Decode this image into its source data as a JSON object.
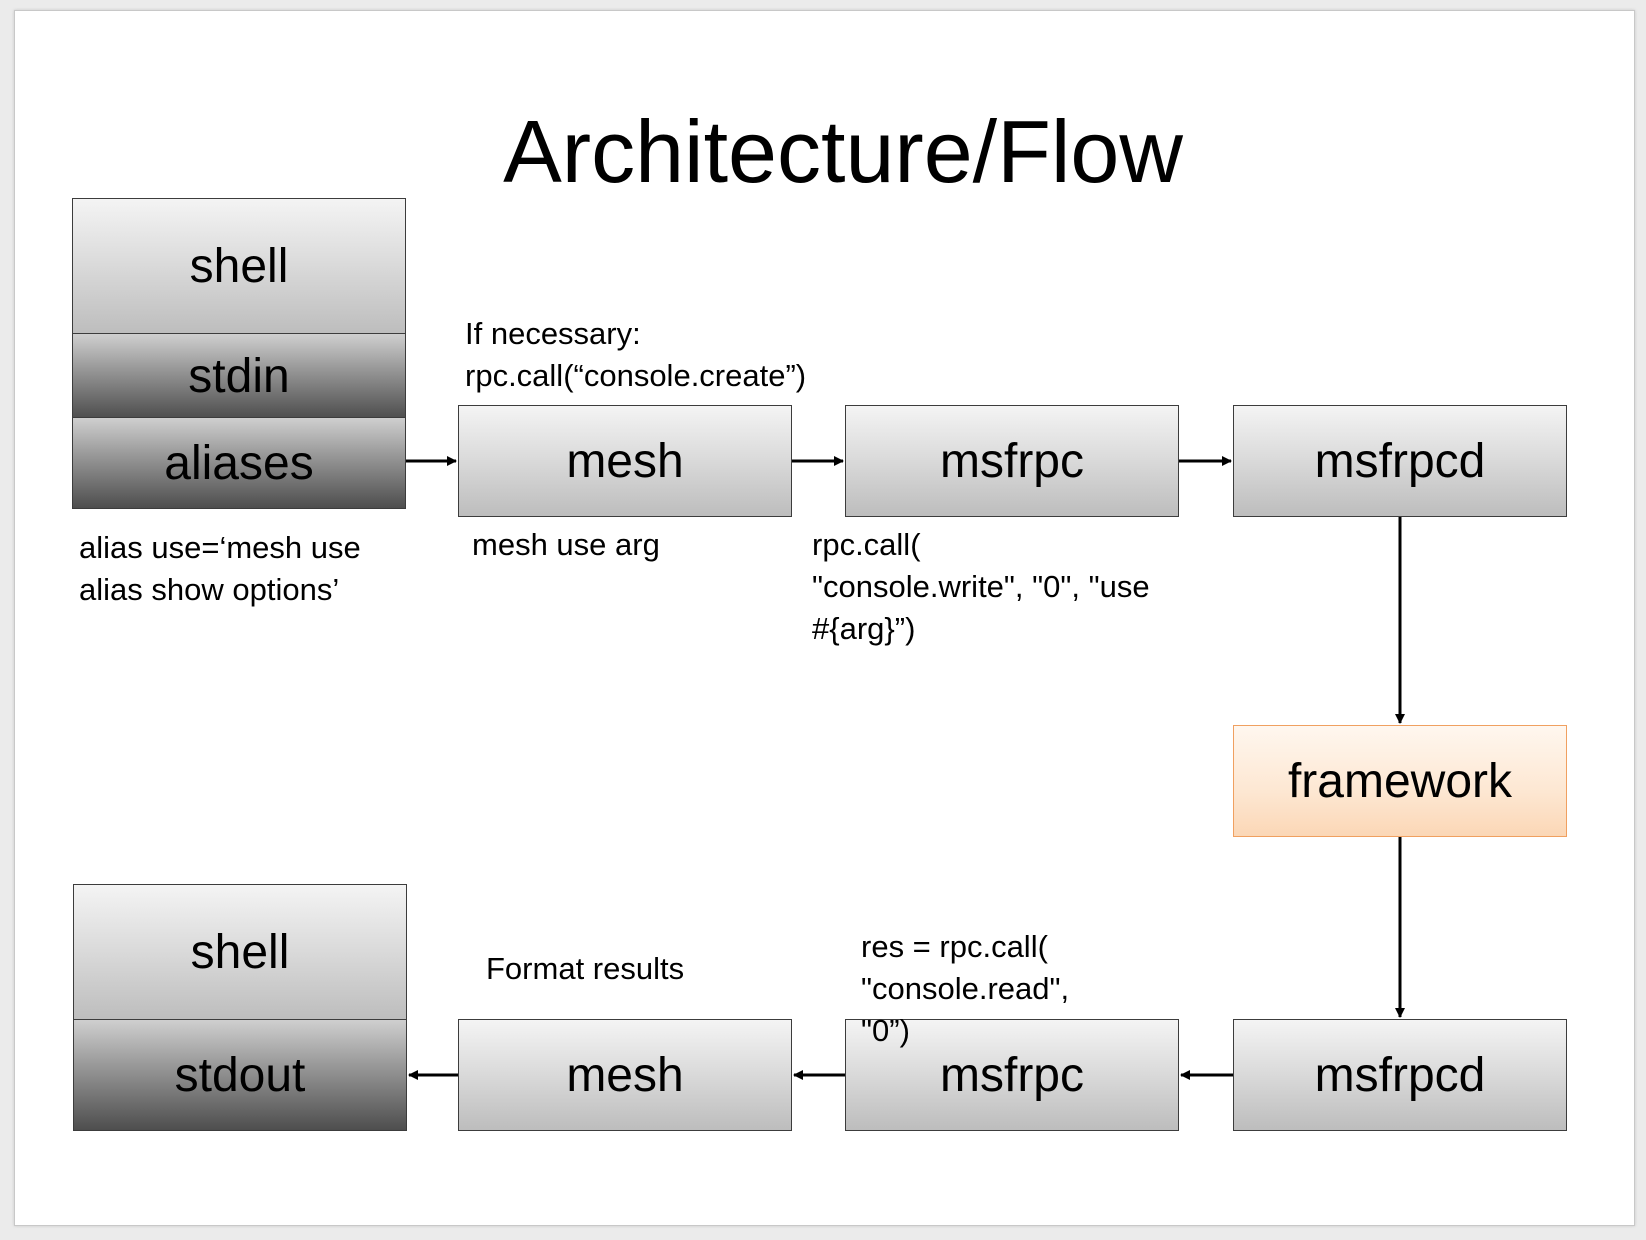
{
  "title": "Architecture/Flow",
  "colors": {
    "box_gray": "#d9d9d9",
    "box_dark": "#6b6b6b",
    "framework_fill": "#fde4cc",
    "framework_border": "#f0a060"
  },
  "top_row": {
    "shell": "shell",
    "stdin": "stdin",
    "aliases": "aliases",
    "mesh": "mesh",
    "msfrpc": "msfrpc",
    "msfrpcd": "msfrpcd"
  },
  "framework": "framework",
  "bottom_row": {
    "shell": "shell",
    "stdout": "stdout",
    "mesh": "mesh",
    "msfrpc": "msfrpc",
    "msfrpcd": "msfrpcd"
  },
  "annotations": {
    "if_necessary": "If necessary:\nrpc.call(“console.create”)",
    "alias_use": "alias use=‘mesh use\nalias show options’",
    "mesh_use_arg": "mesh use arg",
    "console_write": "rpc.call(\n\"console.write\", \"0\", \"use\n#{arg}”)",
    "format_results": "Format results",
    "console_read": "res = rpc.call(\n\"console.read\",\n\"0”)"
  }
}
